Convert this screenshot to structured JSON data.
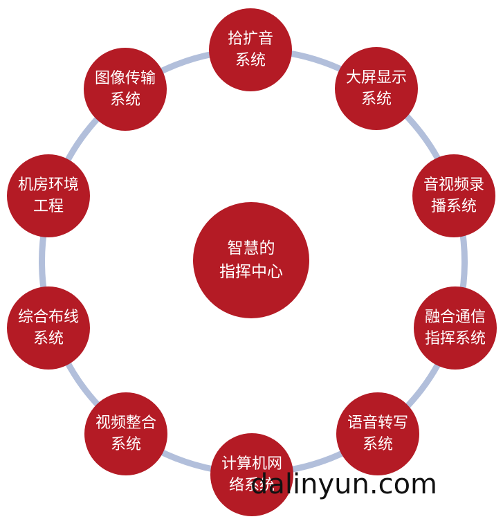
{
  "diagram": {
    "center": {
      "line1": "智慧的",
      "line2": "指挥中心"
    },
    "nodes": [
      {
        "id": "audio",
        "line1": "拾扩音",
        "line2": "系统"
      },
      {
        "id": "display",
        "line1": "大屏显示",
        "line2": "系统"
      },
      {
        "id": "av-recording",
        "line1": "音视频录",
        "line2": "播系统"
      },
      {
        "id": "fusion",
        "line1": "融合通信",
        "line2": "指挥系统"
      },
      {
        "id": "speech",
        "line1": "语音转写",
        "line2": "系统"
      },
      {
        "id": "network",
        "line1": "计算机网",
        "line2": "络系统"
      },
      {
        "id": "video",
        "line1": "视频整合",
        "line2": "系统"
      },
      {
        "id": "cabling",
        "line1": "综合布线",
        "line2": "系统"
      },
      {
        "id": "machine-room",
        "line1": "机房环境",
        "line2": "工程"
      },
      {
        "id": "image",
        "line1": "图像传输",
        "line2": "系统"
      }
    ],
    "colors": {
      "node_fill": "#b41b25",
      "ring": "#b2bfdb",
      "text": "#ffffff"
    }
  },
  "watermark": "dalinyun.com"
}
